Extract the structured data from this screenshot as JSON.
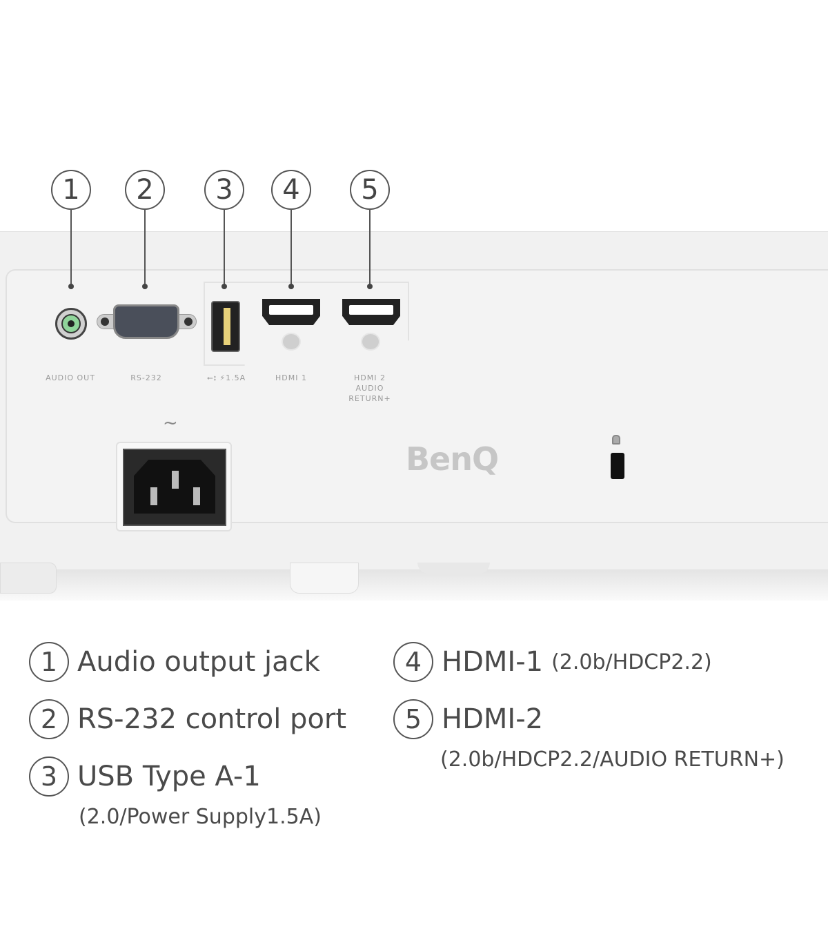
{
  "callouts": [
    "1",
    "2",
    "3",
    "4",
    "5"
  ],
  "port_labels": {
    "audio": "AUDIO OUT",
    "rs232": "RS-232",
    "usb": "1.5A",
    "hdmi1": "HDMI 1",
    "hdmi2_l1": "HDMI 2",
    "hdmi2_l2": "AUDIO",
    "hdmi2_l3": "RETURN+",
    "power_symbol": "~"
  },
  "brand": "BenQ",
  "legend": [
    {
      "num": "1",
      "title": "Audio output jack",
      "detail": ""
    },
    {
      "num": "2",
      "title": "RS-232 control port",
      "detail": ""
    },
    {
      "num": "3",
      "title": "USB Type A-1",
      "detail": "(2.0/Power Supply1.5A)"
    },
    {
      "num": "4",
      "title": "HDMI-1",
      "detail": "(2.0b/HDCP2.2)"
    },
    {
      "num": "5",
      "title": "HDMI-2",
      "detail": "(2.0b/HDCP2.2/AUDIO RETURN+)"
    }
  ]
}
